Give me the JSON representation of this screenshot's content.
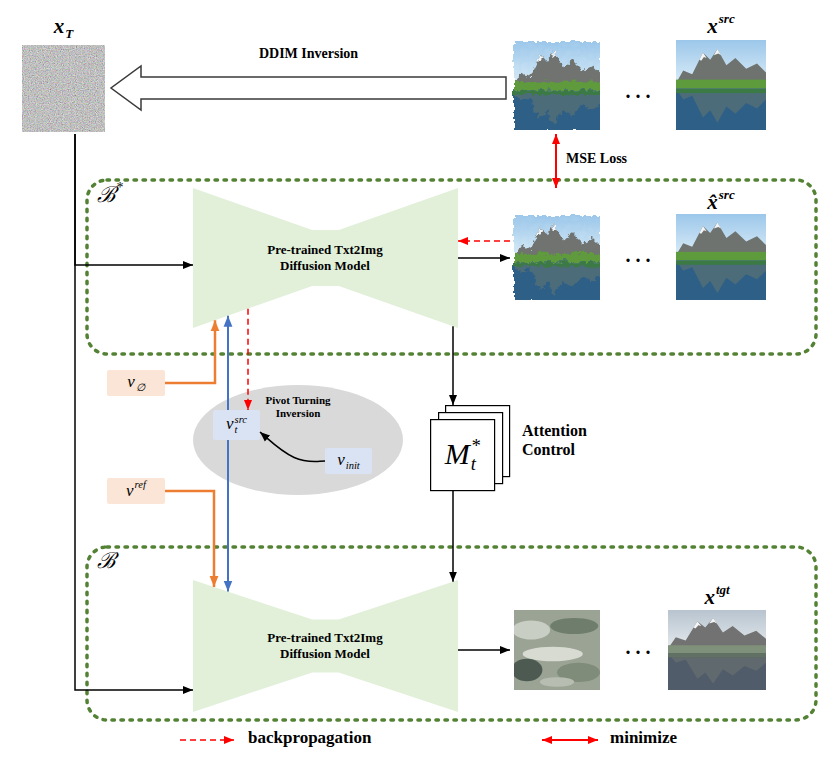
{
  "diagram": {
    "nodes": [
      {
        "text": [
          "x",
          "T"
        ]
      },
      {
        "text": [
          "x",
          "src"
        ]
      },
      {
        "text": [
          "ℬ",
          "*"
        ]
      },
      {
        "text": [
          "Pre-trained Txt2Img Diffusion Model"
        ],
        "in": 2
      },
      {
        "text": [
          "x̂",
          "src"
        ],
        "in": 2
      },
      {
        "text": [
          "v",
          "∅"
        ]
      },
      {
        "text": [
          "Pivot Turning Inversion"
        ]
      },
      {
        "text": [
          "v",
          "t",
          "src"
        ],
        "in": 6
      },
      {
        "text": [
          "v",
          "init"
        ],
        "in": 6
      },
      {
        "text": [
          "v",
          "ref"
        ]
      },
      {
        "text": [
          "M",
          "t",
          "*",
          "Attention Control"
        ]
      },
      {
        "text": [
          "ℬ"
        ]
      },
      {
        "text": [
          "Pre-trained Txt2Img Diffusion Model"
        ],
        "in": 11
      },
      {
        "text": [
          "x",
          "tgt"
        ],
        "in": 11
      }
    ],
    "edges": [
      {
        "from": 1,
        "to": 0,
        "label": "DDIM Inversion",
        "arrow": "to"
      },
      {
        "from": 0,
        "to": 3,
        "arrow": "to"
      },
      {
        "from": 0,
        "to": 12,
        "arrow": "to"
      },
      {
        "from": 3,
        "to": 4,
        "arrow": "to"
      },
      {
        "from": 4,
        "to": 3,
        "arrow": "to"
      },
      {
        "from": 1,
        "to": 4,
        "label": "MSE Loss",
        "arrow": "both"
      },
      {
        "from": 5,
        "to": 3,
        "arrow": "to"
      },
      {
        "from": 3,
        "to": 7,
        "arrow": "to"
      },
      {
        "from": 7,
        "to": 3,
        "arrow": "to"
      },
      {
        "from": 7,
        "to": 12,
        "arrow": "to"
      },
      {
        "from": 8,
        "to": 7,
        "arrow": "to"
      },
      {
        "from": 9,
        "to": 12,
        "arrow": "to"
      },
      {
        "from": 3,
        "to": 10,
        "arrow": "to"
      },
      {
        "from": 10,
        "to": 12,
        "arrow": "to"
      },
      {
        "from": 12,
        "to": 13,
        "arrow": "to"
      }
    ],
    "labels": [
      ". . .",
      ". . .",
      ". . ."
    ],
    "legend": [
      {
        "text": "backpropagation"
      },
      {
        "text": "minimize"
      }
    ]
  }
}
